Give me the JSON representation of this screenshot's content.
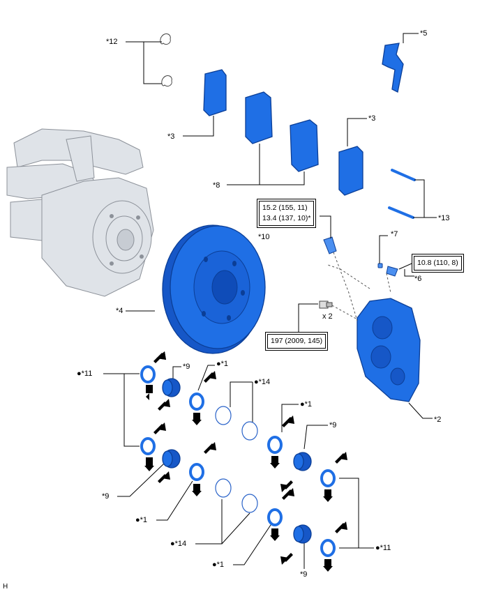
{
  "callouts": {
    "c12": "*12",
    "c5": "*5",
    "c3a": "*3",
    "c3b": "*3",
    "c8": "*8",
    "c13": "*13",
    "c10": "*10",
    "c7": "*7",
    "c6": "*6",
    "c4": "*4",
    "x2": "x 2",
    "c2": "*2",
    "c11a": "●*11",
    "c9a": "*9",
    "c1a": "●*1",
    "c14a": "●*14",
    "c1b": "●*1",
    "c9b": "*9",
    "c9c": "*9",
    "c1c": "●*1",
    "c14b": "●*14",
    "c1d": "●*1",
    "c11b": "●*11",
    "c9d": "*9"
  },
  "torque": {
    "pad_line1": "15.2 (155, 11)",
    "pad_line2": "13.4 (137, 10)*",
    "bleeder": "10.8 (110, 8)",
    "caliper_bolt": "197 (2009, 145)"
  },
  "footer": {
    "code": "H"
  },
  "colors": {
    "part_blue": "#1f6fe5",
    "outline_blue": "#0b3e96",
    "background_part_gray": "#dfe3e8"
  }
}
